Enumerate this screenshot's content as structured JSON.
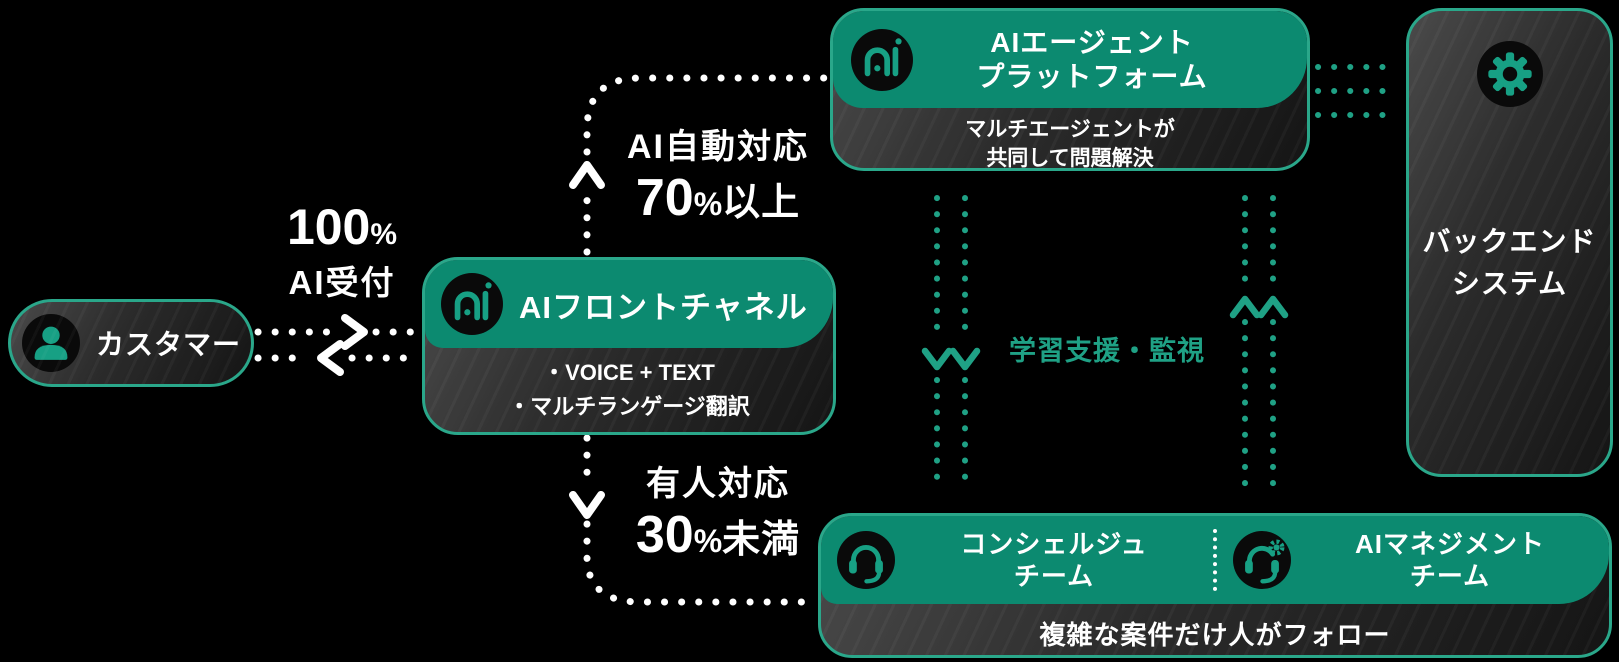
{
  "colors": {
    "background": "#000000",
    "accent_teal_header": "#0c8a70",
    "accent_teal_border": "#2aa78a",
    "accent_teal_line": "#1fa185",
    "panel_dark": "#2c2c2c",
    "text_white": "#ffffff",
    "icon_circle": "#0a0a0a"
  },
  "nodes": {
    "customer": {
      "label": "カスタマー",
      "icon": "person-icon"
    },
    "front_channel": {
      "title": "AIフロントチャネル",
      "icon": "ai-icon",
      "items": [
        "・VOICE + TEXT",
        "・マルチランゲージ翻訳"
      ]
    },
    "agent_platform": {
      "title_line1": "AIエージェント",
      "title_line2": "プラットフォーム",
      "icon": "ai-icon",
      "body_line1": "マルチエージェントが",
      "body_line2": "共同して問題解決"
    },
    "backend": {
      "title_line1": "バックエンド",
      "title_line2": "システム",
      "icon": "gear-icon"
    },
    "teams": {
      "concierge": {
        "title_line1": "コンシェルジュ",
        "title_line2": "チーム",
        "icon": "headset-icon"
      },
      "ai_management": {
        "title_line1": "AIマネジメント",
        "title_line2": "チーム",
        "icon": "headset-gear-icon"
      },
      "body": "複雑な案件だけ人がフォロー"
    }
  },
  "labels": {
    "reception": {
      "value": "100",
      "percent": "%",
      "caption": "AI受付"
    },
    "auto_response": {
      "title": "AI自動対応",
      "value": "70",
      "percent": "%",
      "suffix": "以上"
    },
    "human_response": {
      "title": "有人対応",
      "value": "30",
      "percent": "%",
      "suffix": "未満"
    },
    "learning": "学習支援・監視"
  }
}
